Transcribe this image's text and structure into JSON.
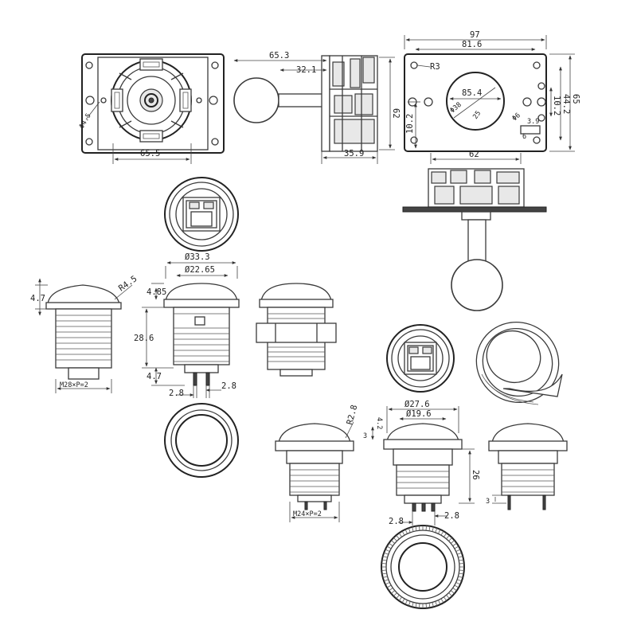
{
  "joystick": {
    "top_view": {
      "base_width": "65.5",
      "bolt_diameter": "Φ4.5"
    },
    "side_view": {
      "shaft_length": "65.3",
      "mid_length": "32.1",
      "base_depth": "35.9",
      "height": "62"
    },
    "plate_view": {
      "plate_width": "97",
      "hole_spacing": "81.6",
      "corner_radius": "R3",
      "hole_circle": "85.4",
      "center_hole": "Φ38",
      "inner_hole": "25",
      "mount_hole": "Φ6",
      "right_height": "65",
      "right_hole_spacing": "44.2",
      "small_offset": "10.2",
      "left_offset": "10.2",
      "slot_width": "3.9",
      "slot_height": "6"
    },
    "assembly_view": {
      "width": "62"
    }
  },
  "button_large": {
    "outer_diameter": "Ø33.3",
    "inner_diameter": "Ø22.65",
    "cap_height": "4.7",
    "cap_radius": "R4.5",
    "rim": "4.85",
    "body_height": "28.6",
    "terminal_length": "4.7",
    "thread": "M28×P=2",
    "terminal_left": "2.8",
    "terminal_right": "2.8"
  },
  "button_small": {
    "outer_diameter": "Ø27.6",
    "inner_diameter": "Ø19.6",
    "cap_radius": "R2.8",
    "cap_height": "4.2",
    "rim": "3",
    "body_height": "26",
    "terminal_length": "3",
    "thread": "M24×P=2",
    "terminal_left": "2.8",
    "terminal_right": "2.8"
  }
}
